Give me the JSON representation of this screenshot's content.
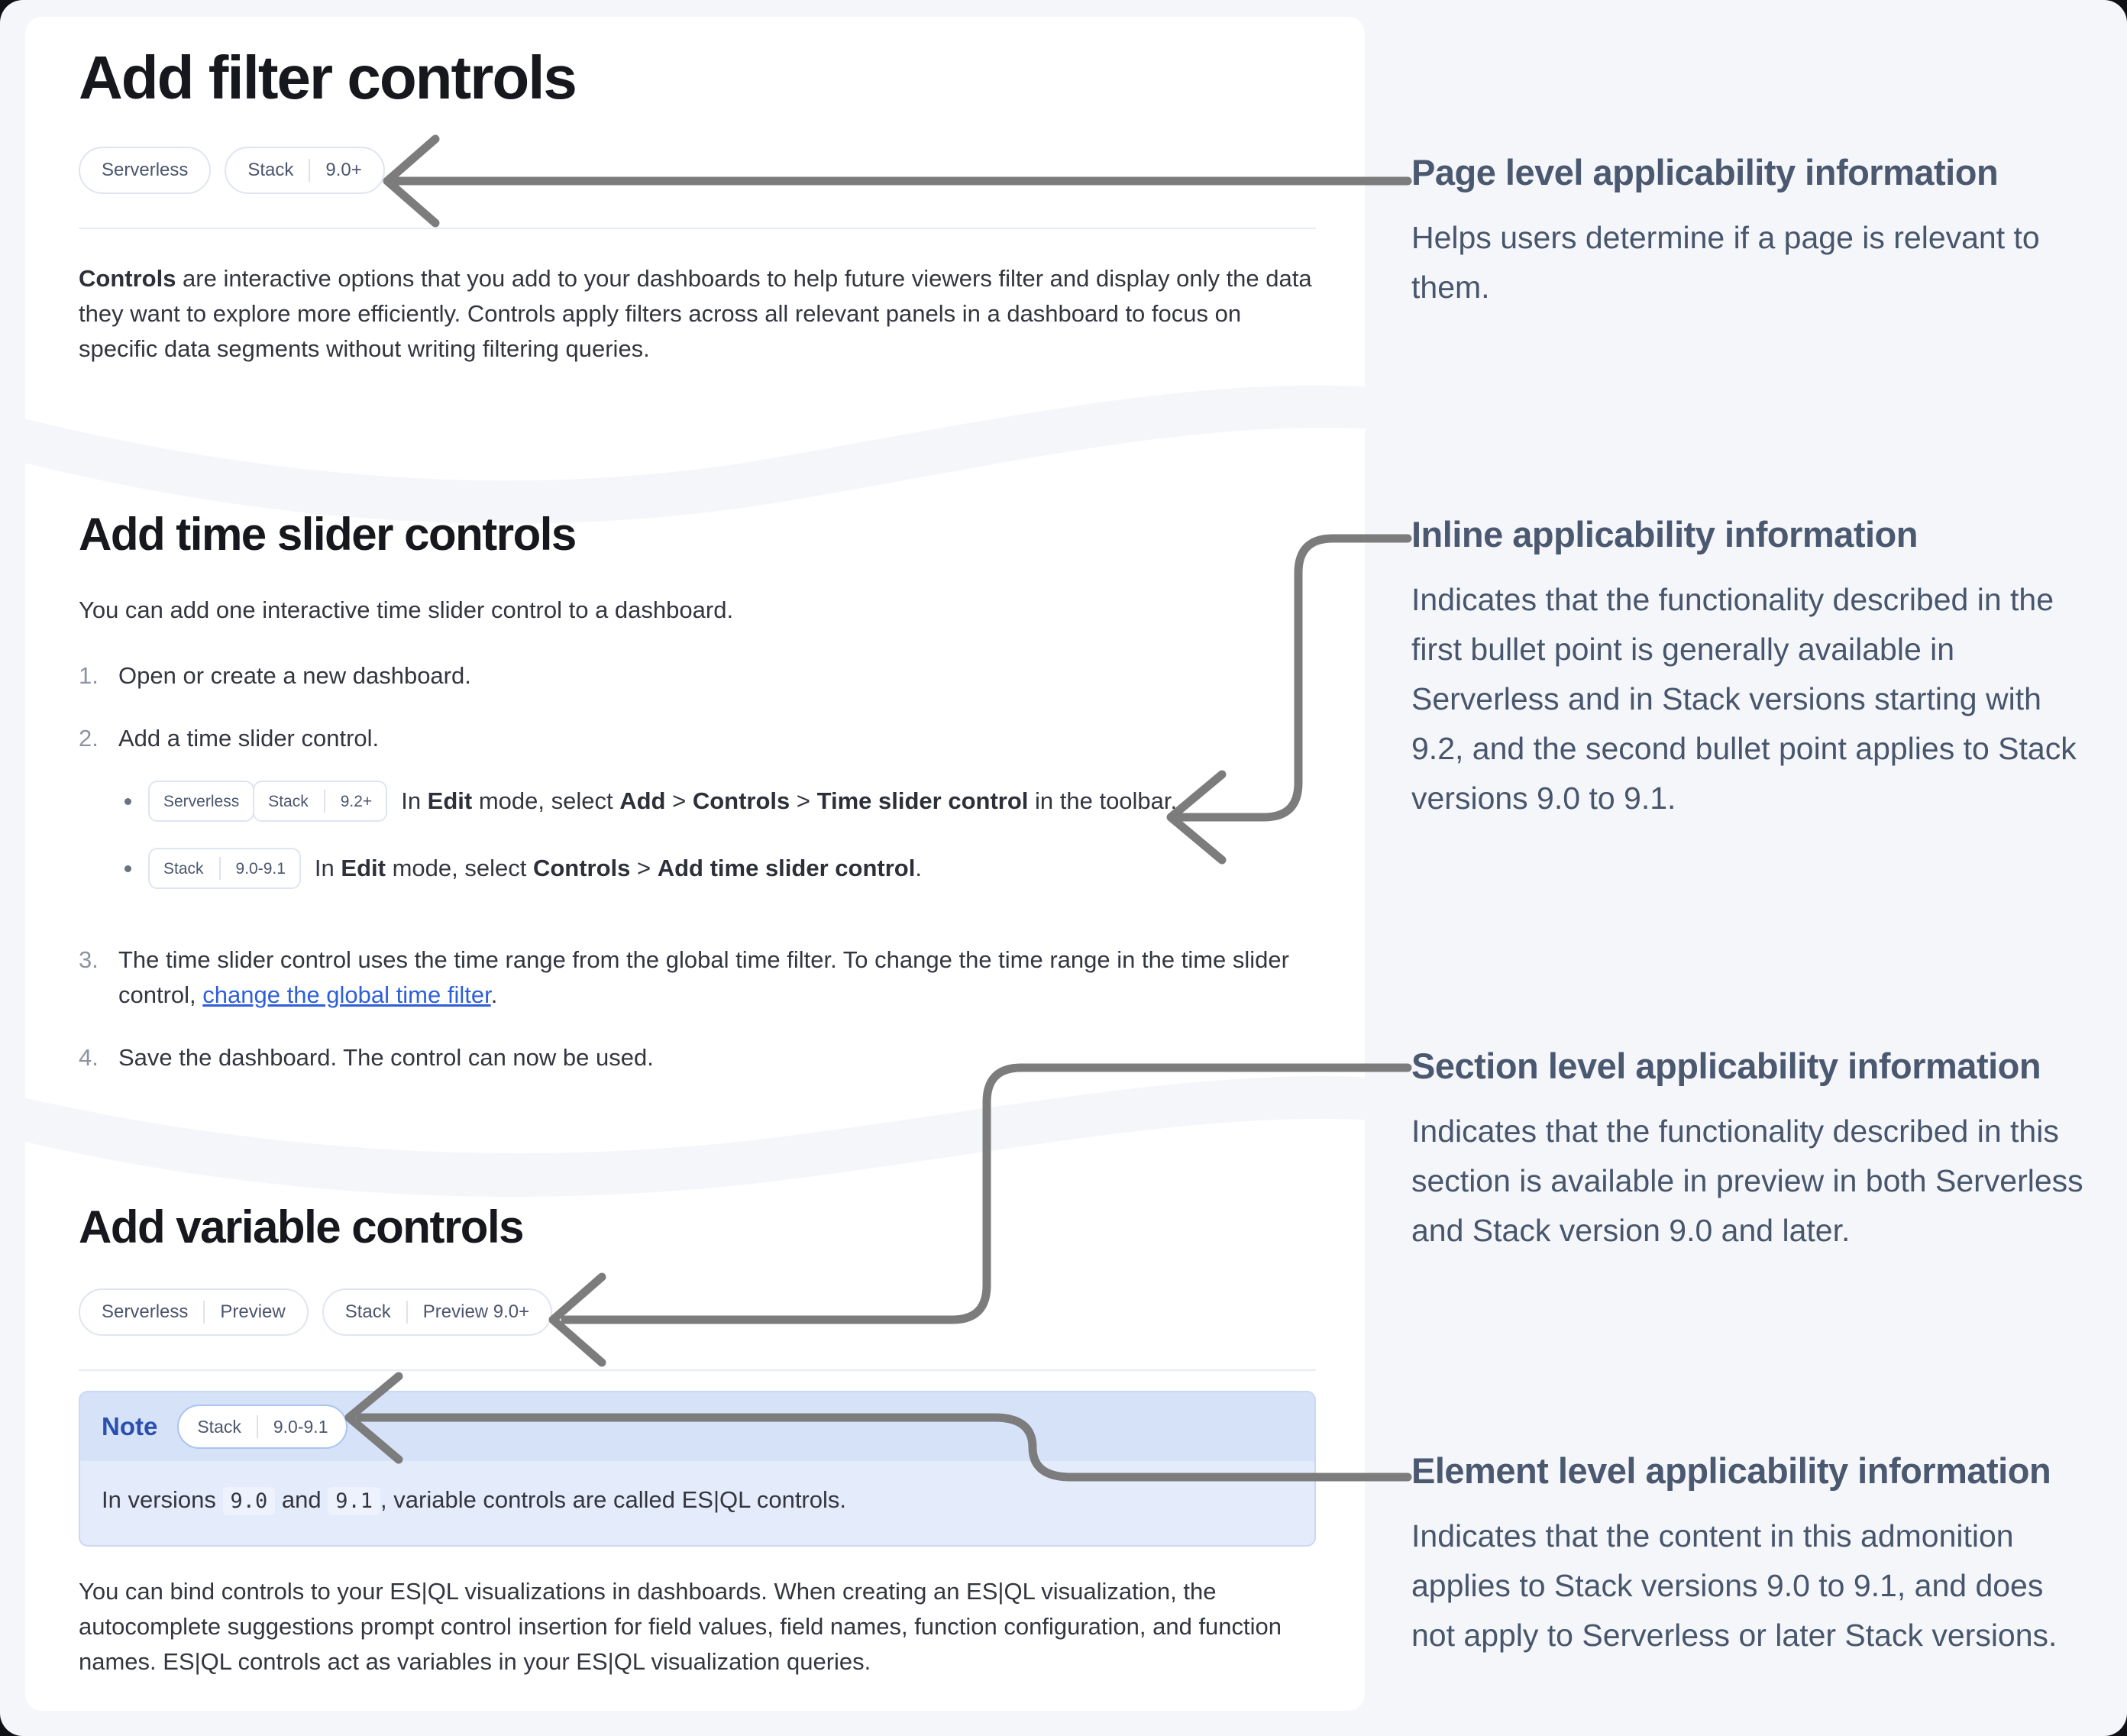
{
  "page": {
    "background": "#f5f6fa",
    "card_background": "#ffffff",
    "arrow_color": "#7c7c7c",
    "accent_link": "#2e5fd7",
    "note_label_color": "#2b4fae"
  },
  "card1": {
    "title": "Add filter controls",
    "badges": [
      [
        "Serverless"
      ],
      [
        "Stack",
        "9.0+"
      ]
    ],
    "paragraph": [
      {
        "b": 1,
        "t": "Controls"
      },
      {
        "t": " are interactive options that you add to your dashboards to help future viewers filter and display only the data they want to explore more efficiently. Controls apply filters across all relevant panels in a dashboard to focus on specific data segments without writing filtering queries."
      }
    ]
  },
  "card2": {
    "title": "Add time slider controls",
    "intro": "You can add one interactive time slider control to a dashboard.",
    "steps": [
      {
        "num": "1.",
        "segments": [
          {
            "t": "Open or create a new dashboard."
          }
        ]
      },
      {
        "num": "2.",
        "segments": [
          {
            "t": "Add a time slider control."
          }
        ],
        "bullets": [
          {
            "badges": [
              [
                "Serverless"
              ],
              [
                "Stack",
                "9.2+"
              ]
            ],
            "segments": [
              {
                "t": "In "
              },
              {
                "b": 1,
                "t": "Edit"
              },
              {
                "t": " mode, select "
              },
              {
                "b": 1,
                "t": "Add"
              },
              {
                "t": " > "
              },
              {
                "b": 1,
                "t": "Controls"
              },
              {
                "t": " > "
              },
              {
                "b": 1,
                "t": "Time slider control"
              },
              {
                "t": " in the toolbar."
              }
            ]
          },
          {
            "badges": [
              [
                "Stack",
                "9.0-9.1"
              ]
            ],
            "segments": [
              {
                "t": "In "
              },
              {
                "b": 1,
                "t": "Edit"
              },
              {
                "t": " mode, select "
              },
              {
                "b": 1,
                "t": "Controls"
              },
              {
                "t": " > "
              },
              {
                "b": 1,
                "t": "Add time slider control"
              },
              {
                "t": "."
              }
            ]
          }
        ]
      },
      {
        "num": "3.",
        "segments": [
          {
            "t": "The time slider control uses the time range from the global time filter. To change the time range in the time slider control, "
          },
          {
            "link": 1,
            "t": "change the global time filter"
          },
          {
            "t": "."
          }
        ]
      },
      {
        "num": "4.",
        "segments": [
          {
            "t": "Save the dashboard. The control can now be used."
          }
        ]
      }
    ]
  },
  "card3": {
    "title": "Add variable controls",
    "badges": [
      [
        "Serverless",
        "Preview"
      ],
      [
        "Stack",
        "Preview 9.0+"
      ]
    ],
    "note": {
      "label": "Note",
      "badges": [
        [
          "Stack",
          "9.0-9.1"
        ]
      ],
      "body": [
        {
          "t": "In versions "
        },
        {
          "code": 1,
          "t": "9.0"
        },
        {
          "t": " and "
        },
        {
          "code": 1,
          "t": "9.1"
        },
        {
          "t": ", variable controls are called ES|QL controls."
        }
      ]
    },
    "paragraph": [
      {
        "t": "You can bind controls to your ES|QL visualizations in dashboards. When creating an ES|QL visualization, the autocomplete suggestions prompt control insertion for field values, field names, function configuration, and function names. ES|QL controls act as variables in your ES|QL visualization queries."
      }
    ]
  },
  "annotations": [
    {
      "title": "Page level applicability information",
      "body": "Helps users determine if a page is relevant to them."
    },
    {
      "title": "Inline applicability information",
      "body": "Indicates that the functionality described in the first bullet point is generally available in Serverless and in Stack versions starting with 9.2, and the second bullet point applies to Stack versions 9.0 to 9.1."
    },
    {
      "title": "Section level applicability information",
      "body": "Indicates that the functionality described in this section is available in preview in both Serverless and Stack version 9.0 and later."
    },
    {
      "title": "Element level applicability information",
      "body": "Indicates that the content in this admonition applies to Stack versions 9.0 to 9.1, and does not apply to Serverless or later Stack versions."
    }
  ]
}
